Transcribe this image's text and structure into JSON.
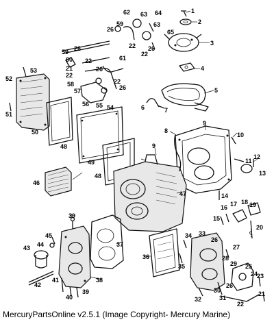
{
  "diagram": {
    "part_numbers": [
      "1",
      "2",
      "3",
      "4",
      "5",
      "6",
      "7",
      "8",
      "9",
      "10",
      "11",
      "12",
      "13",
      "14",
      "15",
      "16",
      "17",
      "18",
      "19",
      "20",
      "21",
      "22",
      "23",
      "24",
      "25",
      "26",
      "27",
      "28",
      "29",
      "30",
      "31",
      "32",
      "33",
      "34",
      "35",
      "36",
      "37",
      "38",
      "39",
      "40",
      "41",
      "42",
      "43",
      "44",
      "45",
      "46",
      "47",
      "48",
      "49",
      "50",
      "51",
      "52",
      "53",
      "54",
      "55",
      "56",
      "57",
      "58",
      "59",
      "60",
      "61",
      "62",
      "63",
      "64",
      "65"
    ],
    "callouts": [
      {
        "n": "1",
        "t": "1"
      },
      {
        "n": "2",
        "t": "2"
      },
      {
        "n": "3",
        "t": "3"
      },
      {
        "n": "4",
        "t": "4"
      },
      {
        "n": "5",
        "t": "5"
      },
      {
        "n": "6",
        "t": "6"
      },
      {
        "n": "7",
        "t": "7"
      },
      {
        "n": "8",
        "t": "8"
      },
      {
        "n": "9",
        "t": "9"
      },
      {
        "n": "9b",
        "t": "9"
      },
      {
        "n": "10",
        "t": "10"
      },
      {
        "n": "11",
        "t": "11"
      },
      {
        "n": "12",
        "t": "12"
      },
      {
        "n": "13",
        "t": "13"
      },
      {
        "n": "14",
        "t": "14"
      },
      {
        "n": "15",
        "t": "15"
      },
      {
        "n": "16",
        "t": "16"
      },
      {
        "n": "17",
        "t": "17"
      },
      {
        "n": "18",
        "t": "18"
      },
      {
        "n": "19",
        "t": "19"
      },
      {
        "n": "20",
        "t": "20"
      },
      {
        "n": "21",
        "t": "21"
      },
      {
        "n": "21b",
        "t": "21"
      },
      {
        "n": "22",
        "t": "22"
      },
      {
        "n": "22b",
        "t": "22"
      },
      {
        "n": "22c",
        "t": "22"
      },
      {
        "n": "22d",
        "t": "22"
      },
      {
        "n": "22e",
        "t": "22"
      },
      {
        "n": "22f",
        "t": "22"
      },
      {
        "n": "23",
        "t": "23"
      },
      {
        "n": "24",
        "t": "24"
      },
      {
        "n": "25",
        "t": "25"
      },
      {
        "n": "26",
        "t": "26"
      },
      {
        "n": "26b",
        "t": "26"
      },
      {
        "n": "26c",
        "t": "26"
      },
      {
        "n": "26d",
        "t": "26"
      },
      {
        "n": "26e",
        "t": "26"
      },
      {
        "n": "26f",
        "t": "26"
      },
      {
        "n": "26g",
        "t": "26"
      },
      {
        "n": "27",
        "t": "27"
      },
      {
        "n": "28",
        "t": "28"
      },
      {
        "n": "29",
        "t": "29"
      },
      {
        "n": "30",
        "t": "30"
      },
      {
        "n": "31",
        "t": "31"
      },
      {
        "n": "32",
        "t": "32"
      },
      {
        "n": "33",
        "t": "33"
      },
      {
        "n": "34",
        "t": "34"
      },
      {
        "n": "35",
        "t": "35"
      },
      {
        "n": "36",
        "t": "36"
      },
      {
        "n": "37",
        "t": "37"
      },
      {
        "n": "38",
        "t": "38"
      },
      {
        "n": "39",
        "t": "39"
      },
      {
        "n": "39b",
        "t": "39"
      },
      {
        "n": "40",
        "t": "40"
      },
      {
        "n": "41",
        "t": "41"
      },
      {
        "n": "42",
        "t": "42"
      },
      {
        "n": "43",
        "t": "43"
      },
      {
        "n": "44",
        "t": "44"
      },
      {
        "n": "45",
        "t": "45"
      },
      {
        "n": "46",
        "t": "46"
      },
      {
        "n": "47",
        "t": "47"
      },
      {
        "n": "48",
        "t": "48"
      },
      {
        "n": "48b",
        "t": "48"
      },
      {
        "n": "49",
        "t": "49"
      },
      {
        "n": "50",
        "t": "50"
      },
      {
        "n": "51",
        "t": "51"
      },
      {
        "n": "52",
        "t": "52"
      },
      {
        "n": "53",
        "t": "53"
      },
      {
        "n": "54",
        "t": "54"
      },
      {
        "n": "55",
        "t": "55"
      },
      {
        "n": "56",
        "t": "56"
      },
      {
        "n": "57",
        "t": "57"
      },
      {
        "n": "58",
        "t": "58"
      },
      {
        "n": "59",
        "t": "59"
      },
      {
        "n": "59b",
        "t": "59"
      },
      {
        "n": "60",
        "t": "60"
      },
      {
        "n": "61",
        "t": "61"
      },
      {
        "n": "62",
        "t": "62"
      },
      {
        "n": "63",
        "t": "63"
      },
      {
        "n": "63b",
        "t": "63"
      },
      {
        "n": "64",
        "t": "64"
      },
      {
        "n": "65",
        "t": "65"
      }
    ]
  },
  "caption": "MercuryPartsOnline v2.5.1 (Image Copyright- Mercury Marine)"
}
